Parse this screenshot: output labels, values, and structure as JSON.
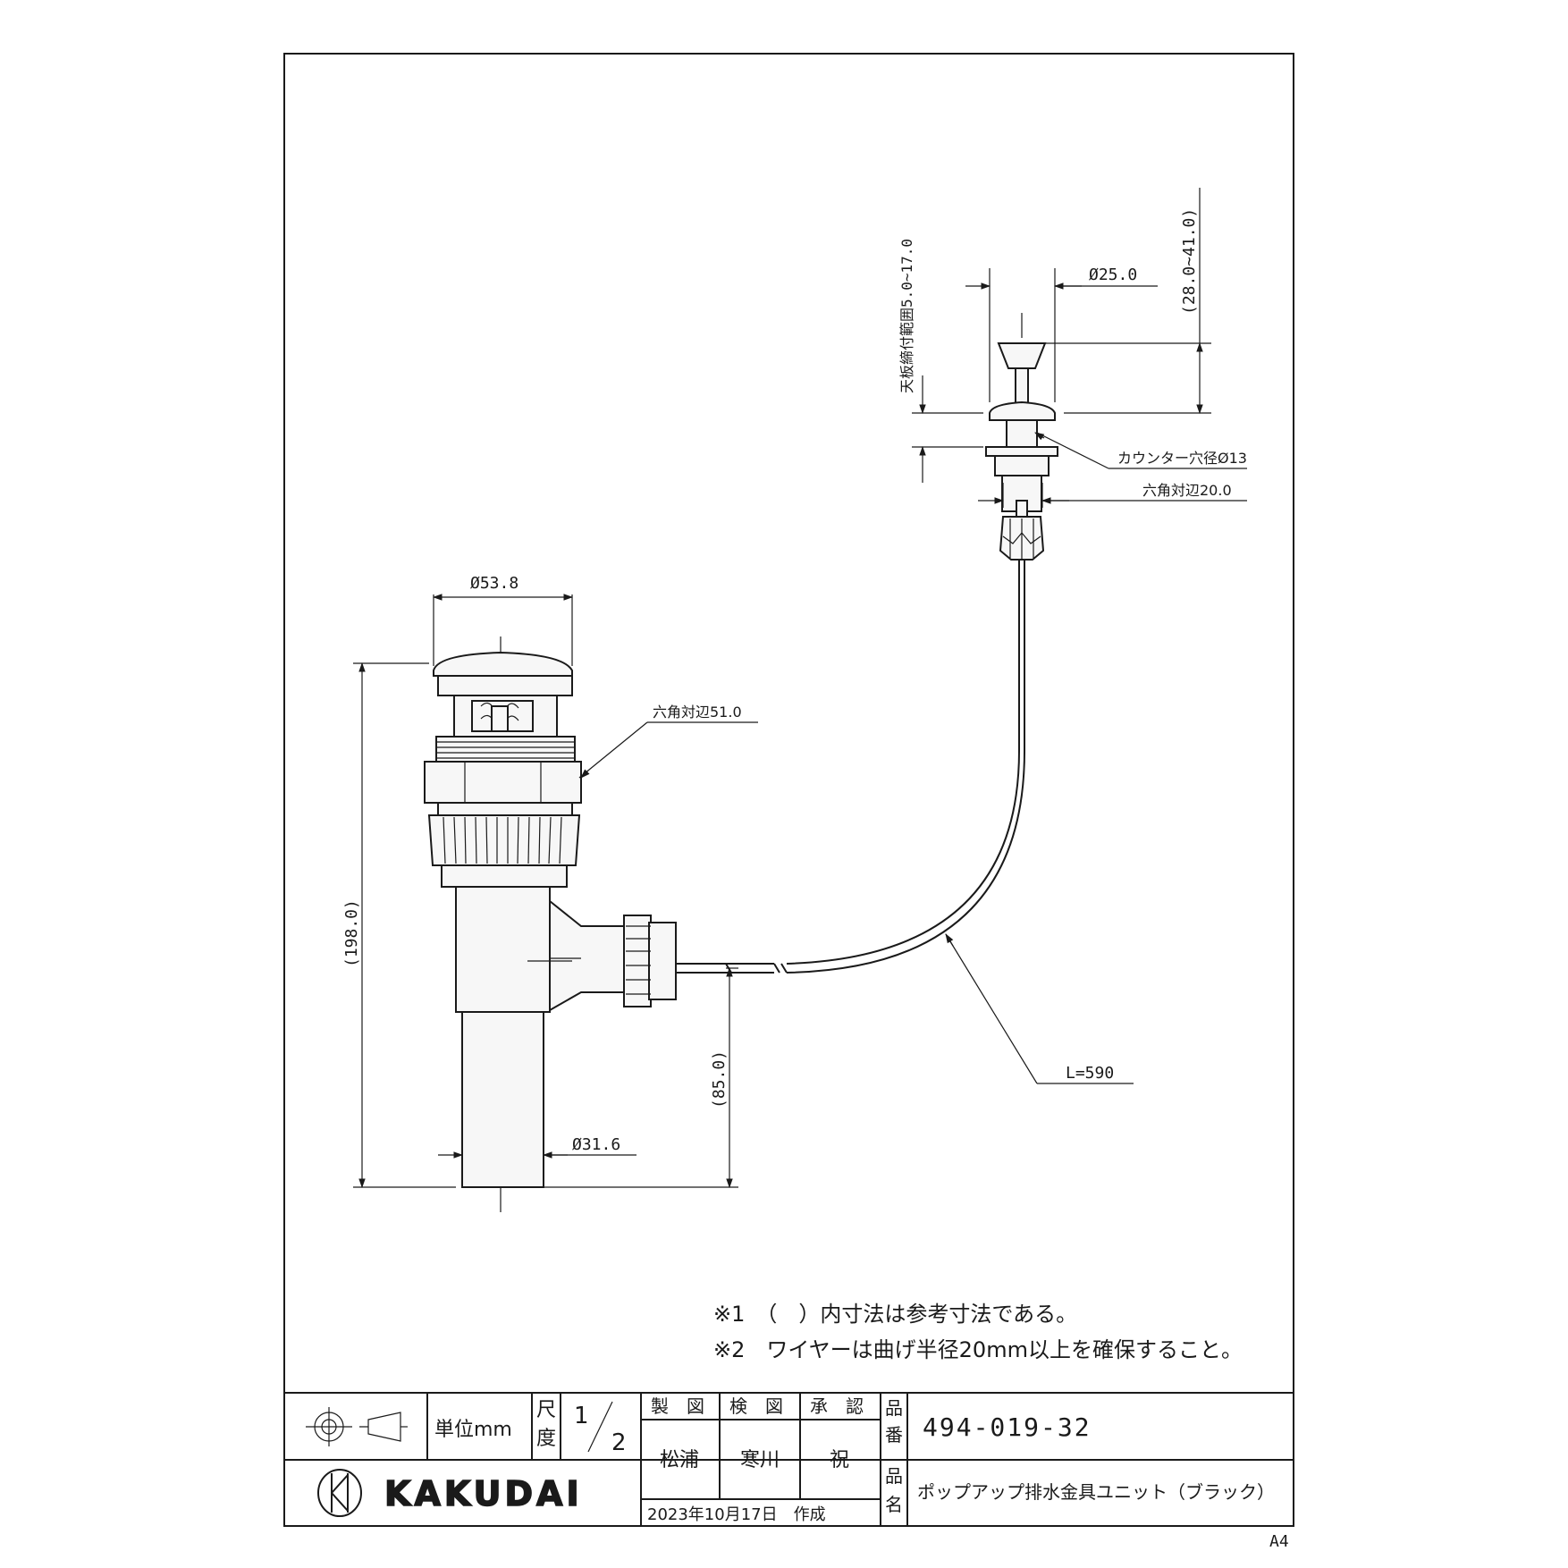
{
  "dimensions": {
    "top_range": "天板締付範囲5.0~17.0",
    "knob_dia": "Ø25.0",
    "knob_height": "(28.0~41.0)",
    "counter_hole": "カウンター穴径Ø13",
    "hex_small": "六角対辺20.0",
    "flange_dia": "Ø53.8",
    "hex_large": "六角対辺51.0",
    "total_height": "(198.0)",
    "outlet_height": "(85.0)",
    "pipe_dia": "Ø31.6",
    "wire_length": "L=590"
  },
  "notes": [
    "※1　（　）内寸法は参考寸法である。",
    "※2　ワイヤーは曲げ半径20mm以上を確保すること。"
  ],
  "title_block": {
    "unit": "単位mm",
    "scale_label_1": "尺",
    "scale_label_2": "度",
    "scale_num": "1",
    "scale_den": "2",
    "drawn_label": "製　図",
    "checked_label": "検　図",
    "approved_label": "承　認",
    "drawn_by": "松浦",
    "checked_by": "寒川",
    "approved_by": "祝",
    "part_no_label_1": "品",
    "part_no_label_2": "番",
    "part_no": "494-019-32",
    "part_name_label_1": "品",
    "part_name_label_2": "名",
    "part_name": "ポップアップ排水金具ユニット（ブラック）",
    "date": "2023年10月17日　作成",
    "brand": "KAKUDAI",
    "paper_size": "A4"
  }
}
